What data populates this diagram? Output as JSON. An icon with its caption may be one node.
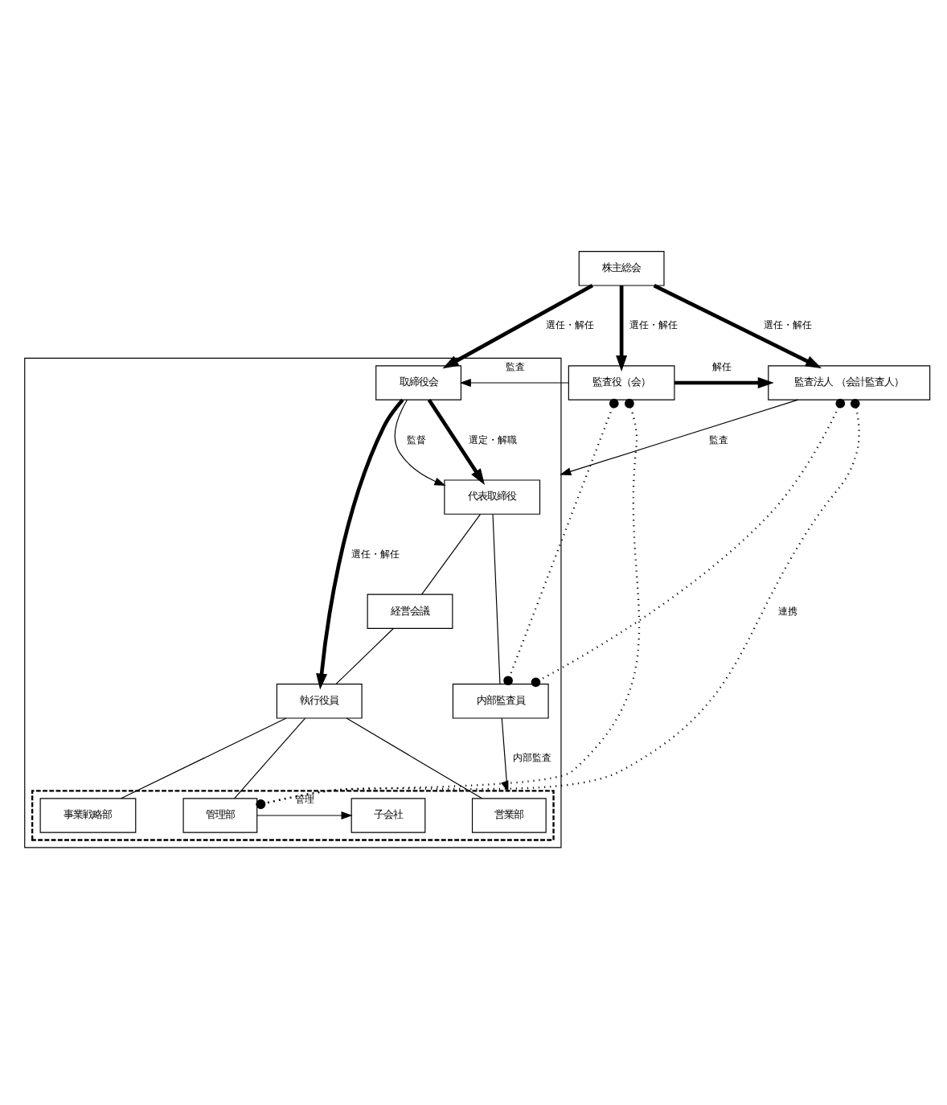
{
  "diagram": {
    "nodes": [
      {
        "text": [
          "株主総会"
        ]
      },
      {
        "text": [],
        "shape": "box"
      },
      {
        "text": [
          "取締役会"
        ],
        "in": 1
      },
      {
        "text": [
          "監査役（会）"
        ]
      },
      {
        "text": [
          "監査法人 （会計監査人）"
        ]
      },
      {
        "text": [
          "代表取締役"
        ],
        "in": 1
      },
      {
        "text": [
          "内部監査員"
        ],
        "in": 1
      },
      {
        "text": [
          "経営会議"
        ],
        "in": 1
      },
      {
        "text": [
          "執行役員"
        ],
        "in": 1
      },
      {
        "text": [],
        "shape": "box",
        "in": 1
      },
      {
        "text": [
          "営業部"
        ],
        "in": 9
      },
      {
        "text": [
          "事業戦略部"
        ],
        "in": 9
      },
      {
        "text": [
          "管理部"
        ],
        "in": 9
      },
      {
        "text": [
          "子会社"
        ],
        "in": 9
      }
    ],
    "edges": [
      {
        "from": 0,
        "to": 2,
        "arrow": "to",
        "label": "選任・解任",
        "style": "thick"
      },
      {
        "from": 0,
        "to": 3,
        "arrow": "to",
        "label": "選任・解任",
        "style": "thick"
      },
      {
        "from": 0,
        "to": 4,
        "arrow": "to",
        "label": "選任・解任",
        "style": "thick"
      },
      {
        "from": 3,
        "to": 2,
        "arrow": "to",
        "label": "監査"
      },
      {
        "from": 3,
        "to": 4,
        "arrow": "to",
        "label": "解任",
        "style": "thick"
      },
      {
        "from": 2,
        "to": 5,
        "arrow": "to",
        "label": "監督"
      },
      {
        "from": 2,
        "to": 5,
        "arrow": "to",
        "label": "選定・解職",
        "style": "thick"
      },
      {
        "from": 2,
        "to": 8,
        "arrow": "to",
        "label": "選任・解任",
        "style": "thick"
      },
      {
        "from": 4,
        "to": 1,
        "arrow": "to",
        "label": "監査"
      },
      {
        "from": 3,
        "to": 6,
        "arrow": "other",
        "style": "dashed"
      },
      {
        "from": 4,
        "to": 6,
        "arrow": "other",
        "style": "dashed"
      },
      {
        "from": 3,
        "to": 12,
        "arrow": "other",
        "style": "dashed"
      },
      {
        "from": 4,
        "to": 12,
        "arrow": "other",
        "label": "連携",
        "style": "dashed"
      },
      {
        "from": 5,
        "to": 6,
        "arrow": "none"
      },
      {
        "from": 5,
        "to": 7,
        "arrow": "none"
      },
      {
        "from": 7,
        "to": 8,
        "arrow": "none"
      },
      {
        "from": 6,
        "to": 9,
        "arrow": "to",
        "label": "内部監査"
      },
      {
        "from": 8,
        "to": 10,
        "arrow": "none"
      },
      {
        "from": 8,
        "to": 11,
        "arrow": "none"
      },
      {
        "from": 8,
        "to": 12,
        "arrow": "none"
      },
      {
        "from": 12,
        "to": 13,
        "arrow": "to",
        "label": "管理"
      }
    ]
  }
}
